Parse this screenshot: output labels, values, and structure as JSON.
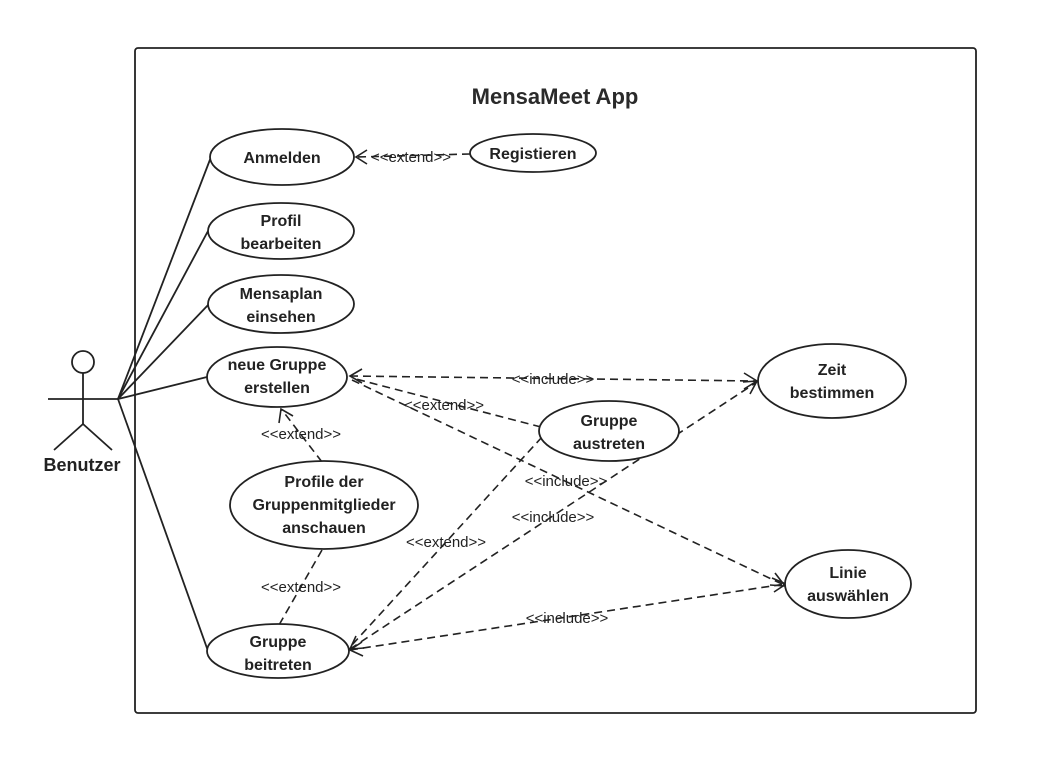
{
  "system": {
    "title": "MensaMeet App"
  },
  "actor": {
    "name": "Benutzer"
  },
  "use_cases": {
    "anmelden": [
      "Anmelden"
    ],
    "registrieren": [
      "Registieren"
    ],
    "profil": [
      "Profil",
      "bearbeiten"
    ],
    "mensaplan": [
      "Mensaplan",
      "einsehen"
    ],
    "neue_gruppe": [
      "neue Gruppe",
      "erstellen"
    ],
    "profile_mitglieder": [
      "Profile der",
      "Gruppenmitglieder",
      "anschauen"
    ],
    "gruppe_beitreten": [
      "Gruppe",
      "beitreten"
    ],
    "gruppe_austreten": [
      "Gruppe",
      "austreten"
    ],
    "zeit": [
      "Zeit",
      "bestimmen"
    ],
    "linie": [
      "Linie",
      "auswählen"
    ]
  },
  "relations": {
    "extend_anmelden": "<<extend>>",
    "include_neue_zeit": "<<include>>",
    "extend_austreten_neue": "<<extend>>",
    "extend_profile_neue": "<<extend>>",
    "include_neue_linie": "<<include>>",
    "include_beitreten_zeit": "<<include>>",
    "extend_austreten_beitreten": "<<extend>>",
    "extend_profile_beitreten": "<<extend>>",
    "include_beitreten_linie": "<<include>>"
  }
}
